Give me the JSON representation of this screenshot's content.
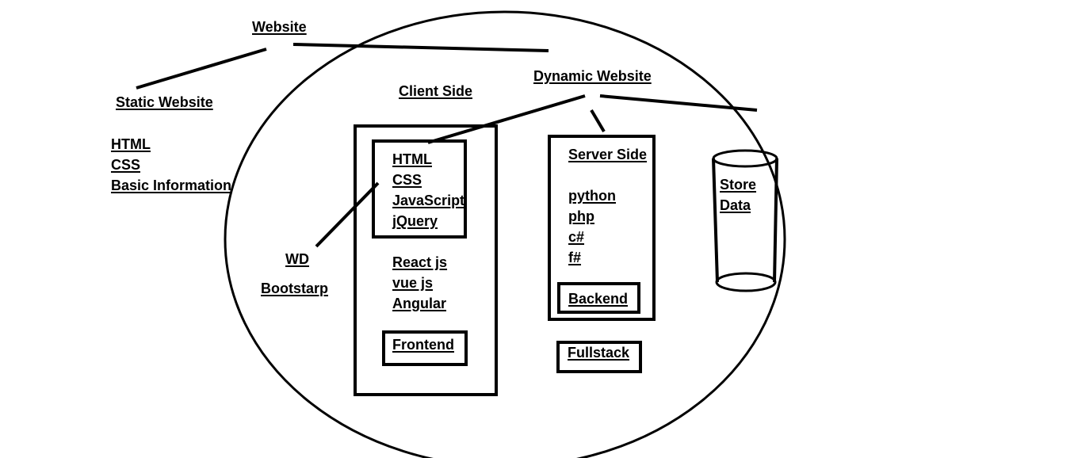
{
  "colors": {
    "ink": "#000000",
    "background": "#ffffff"
  },
  "labels": {
    "website": "Website",
    "static_website": "Static Website",
    "dynamic_website": "Dynamic Website",
    "client_side": "Client Side",
    "static_list": [
      "HTML",
      "CSS",
      "Basic Information"
    ],
    "wd": "WD",
    "bootstrap": "Bootstarp",
    "frontend_core": [
      "HTML",
      "CSS",
      "JavaScript",
      "jQuery"
    ],
    "frameworks": [
      "React js",
      "vue js",
      "Angular"
    ],
    "frontend": "Frontend",
    "server_side": "Server Side",
    "server_langs": [
      "python",
      "php",
      "c#",
      "f#"
    ],
    "backend": "Backend",
    "fullstack": "Fullstack",
    "store": "Store",
    "data": "Data"
  }
}
